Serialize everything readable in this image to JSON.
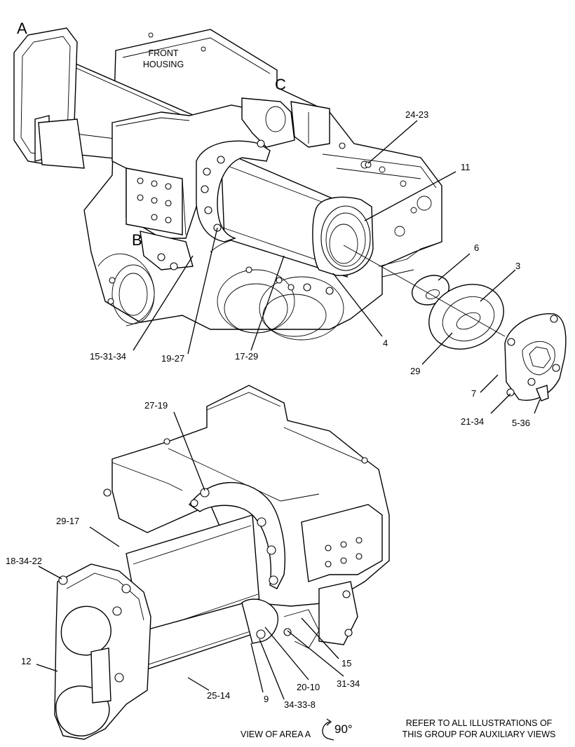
{
  "view_letters": {
    "a": "A",
    "b": "B",
    "c": "C"
  },
  "housing_label": {
    "line1": "FRONT",
    "line2": "HOUSING"
  },
  "callouts_top": [
    {
      "id": "c1",
      "text": "24-23"
    },
    {
      "id": "c2",
      "text": "11"
    },
    {
      "id": "c3",
      "text": "6"
    },
    {
      "id": "c4",
      "text": "3"
    },
    {
      "id": "c5",
      "text": "15-31-34"
    },
    {
      "id": "c6",
      "text": "19-27"
    },
    {
      "id": "c7",
      "text": "17-29"
    },
    {
      "id": "c8",
      "text": "4"
    },
    {
      "id": "c9",
      "text": "29"
    },
    {
      "id": "c10",
      "text": "7"
    },
    {
      "id": "c11",
      "text": "21-34"
    },
    {
      "id": "c12",
      "text": "5-36"
    }
  ],
  "callouts_bottom": [
    {
      "id": "d1",
      "text": "27-19"
    },
    {
      "id": "d2",
      "text": "29-17"
    },
    {
      "id": "d3",
      "text": "18-34-22"
    },
    {
      "id": "d4",
      "text": "12"
    },
    {
      "id": "d5",
      "text": "25-14"
    },
    {
      "id": "d6",
      "text": "9"
    },
    {
      "id": "d7",
      "text": "34-33-8"
    },
    {
      "id": "d8",
      "text": "20-10"
    },
    {
      "id": "d9",
      "text": "31-34"
    },
    {
      "id": "d10",
      "text": "15"
    }
  ],
  "view_note": {
    "text": "VIEW OF AREA A",
    "rotation": "90°"
  },
  "refer_note": {
    "line1": "REFER TO ALL ILLUSTRATIONS OF",
    "line2": "THIS GROUP FOR AUXILIARY VIEWS"
  }
}
